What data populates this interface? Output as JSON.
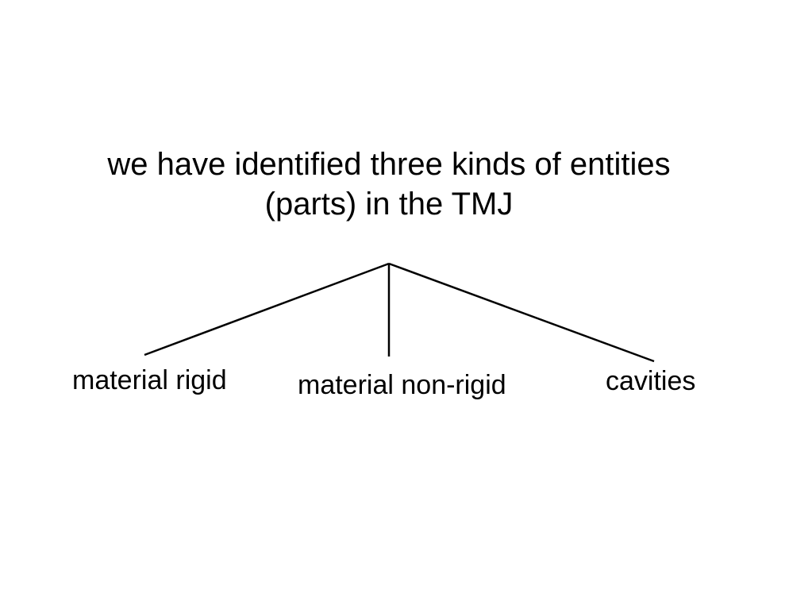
{
  "slide": {
    "title_line1": "we have identified three kinds of entities",
    "title_line2": "(parts) in the TMJ"
  },
  "tree": {
    "children": [
      {
        "label": "material rigid"
      },
      {
        "label": "material non-rigid"
      },
      {
        "label": "cavities"
      }
    ]
  },
  "colors": {
    "background": "#ffffff",
    "text": "#000000",
    "lines": "#000000"
  }
}
